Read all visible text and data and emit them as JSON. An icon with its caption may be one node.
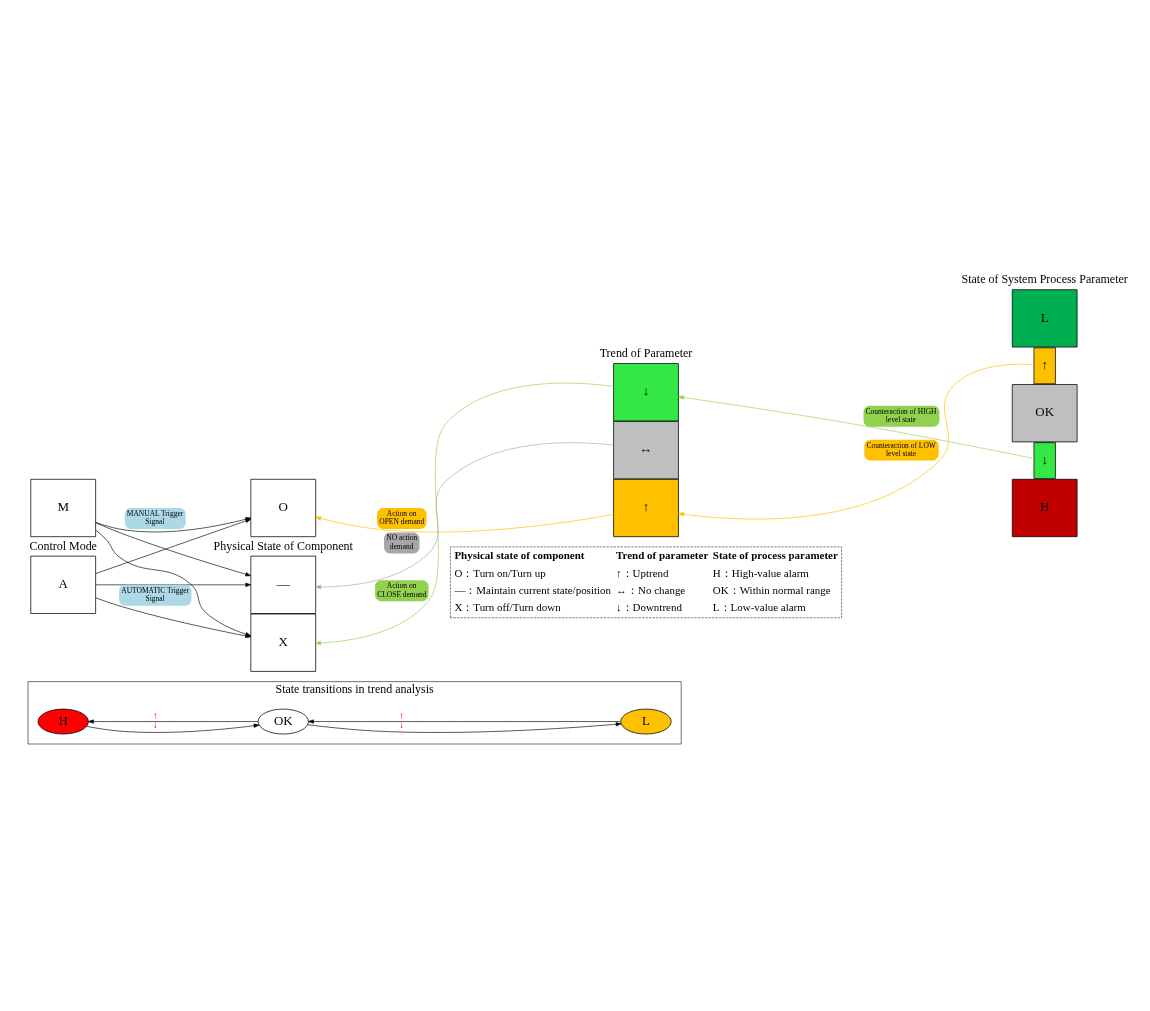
{
  "diagram": {
    "nodes": [
      {
        "text": [
          "State transitions in trend analysis"
        ]
      },
      {
        "text": [
          "H"
        ],
        "in": 0
      },
      {
        "text": [
          "OK"
        ],
        "in": 0
      },
      {
        "text": [
          "L"
        ],
        "in": 0
      },
      {
        "text": [
          "M"
        ]
      },
      {
        "text": [
          "A"
        ]
      },
      {
        "text": [
          "O"
        ]
      },
      {
        "text": [
          "—"
        ]
      },
      {
        "text": [
          "X"
        ]
      },
      {
        "text": [
          "↑"
        ]
      },
      {
        "text": [
          "↔"
        ]
      },
      {
        "text": [
          "↓"
        ]
      },
      {
        "text": [
          "H"
        ]
      },
      {
        "text": [
          "↓"
        ]
      },
      {
        "text": [
          "OK"
        ]
      },
      {
        "text": [
          "↑"
        ]
      },
      {
        "text": [
          "L"
        ]
      }
    ],
    "edges": [
      {
        "from": 1,
        "to": 2,
        "arrow": "to",
        "label": "↓"
      },
      {
        "from": 2,
        "to": 3,
        "arrow": "to",
        "label": "↓"
      },
      {
        "from": 3,
        "to": 2,
        "arrow": "to",
        "label": "↑"
      },
      {
        "from": 2,
        "to": 1,
        "arrow": "to",
        "label": "↑"
      },
      {
        "from": 4,
        "to": 6,
        "arrow": "to",
        "label": "MANUAL Trigger Signal"
      },
      {
        "from": 4,
        "to": 7,
        "arrow": "to"
      },
      {
        "from": 4,
        "to": 8,
        "arrow": "to"
      },
      {
        "from": 5,
        "to": 6,
        "arrow": "to"
      },
      {
        "from": 5,
        "to": 7,
        "arrow": "to"
      },
      {
        "from": 5,
        "to": 8,
        "arrow": "to",
        "label": "AUTOMATIC Trigger Signal"
      },
      {
        "from": 9,
        "to": 6,
        "arrow": "to",
        "label": "Action on OPEN demand",
        "color": "#ffc000"
      },
      {
        "from": 10,
        "to": 7,
        "arrow": "to",
        "label": "NO action demand",
        "color": "#a6a6a6"
      },
      {
        "from": 11,
        "to": 8,
        "arrow": "to",
        "label": "Action on CLOSE demand",
        "color": "#92d050"
      },
      {
        "from": 15,
        "to": 9,
        "arrow": "to",
        "label": "Counteraction of LOW level state",
        "color": "#ffc000"
      },
      {
        "from": 13,
        "to": 11,
        "arrow": "to",
        "label": "Counteraction of HIGH level state",
        "color": "#92d050"
      }
    ],
    "labels": [
      "Control Mode",
      "Physical State of Component",
      "Trend of Parameter",
      "State of System Process Parameter",
      "Physical state of component",
      "Trend of parameter",
      "State of process parameter",
      "O：Turn on/Turn up",
      "↑：Uptrend",
      "H：High-value alarm",
      "—：Maintain current state/position",
      "↔：No change",
      "OK：Within normal range",
      "X：Turn off/Turn down",
      "↓：Downtrend",
      "L：Low-value alarm"
    ]
  }
}
